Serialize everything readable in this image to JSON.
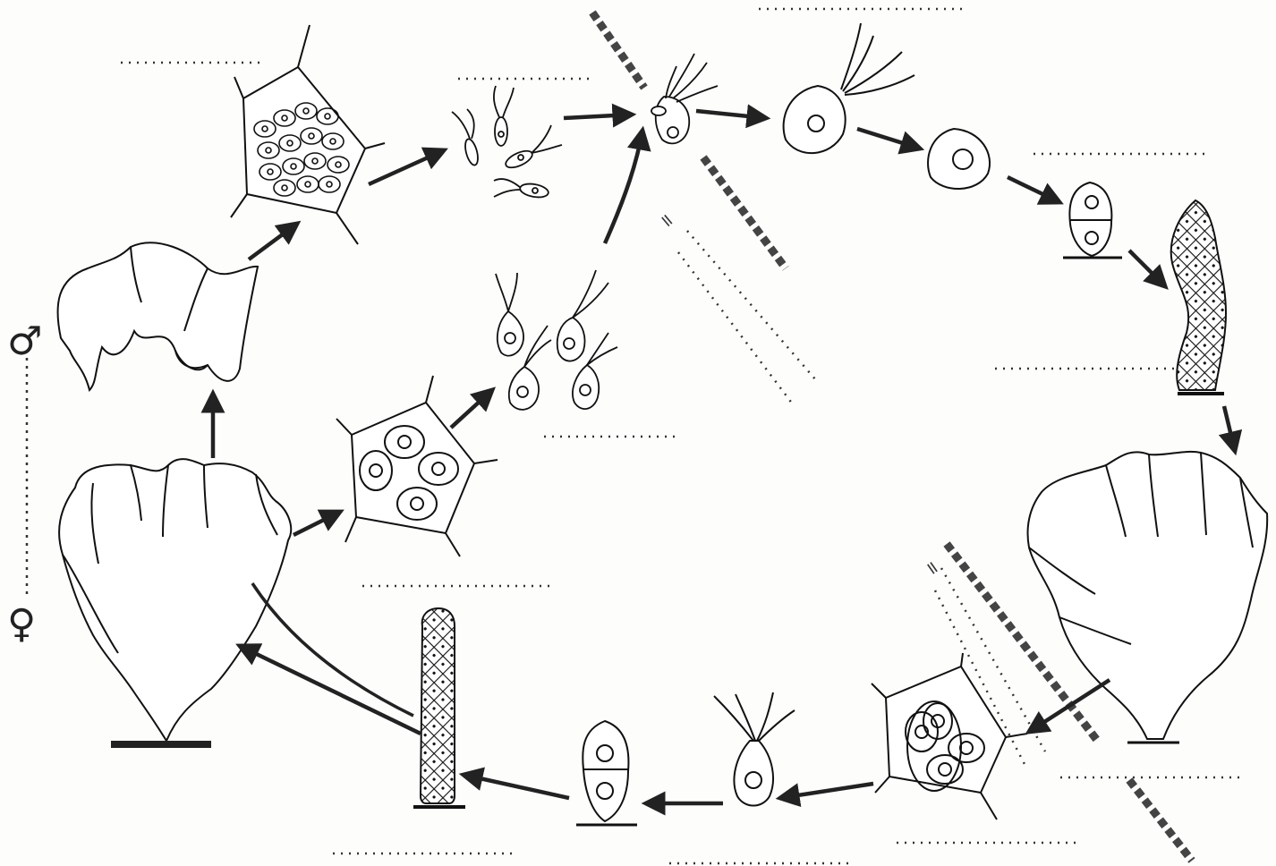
{
  "diagram": {
    "sex_symbols": {
      "male": "♂",
      "female": "♀"
    },
    "ploidy_marks": [
      "=",
      "="
    ],
    "label_blanks": [
      "male-thallus-label",
      "male-gametangium-label",
      "male-gametes-label",
      "zygote-top-label",
      "zygote-growth-label",
      "sporophyte-label",
      "haploid-diploid-line-label",
      "sporangium-label",
      "zoospores-bottom-label",
      "embryo-label",
      "female-gametangium-label",
      "female-gametes-label",
      "meiosis-label",
      "juvenile-gametophyte-label"
    ]
  }
}
